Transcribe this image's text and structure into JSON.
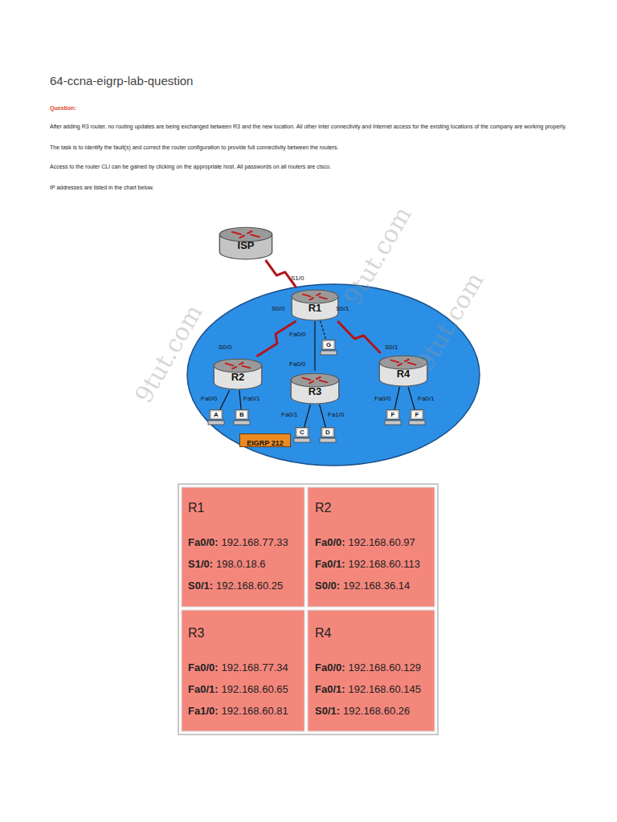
{
  "diagram": {
    "title": "64-ccna-eigrp-lab-question",
    "nodes": [
      {
        "text": [
          "ISP"
        ]
      },
      {
        "text": [
          "R1"
        ]
      },
      {
        "text": [
          "G"
        ]
      },
      {
        "text": [
          "R2"
        ]
      },
      {
        "text": [
          "R3"
        ]
      },
      {
        "text": [
          "R4"
        ]
      },
      {
        "text": [
          "A"
        ]
      },
      {
        "text": [
          "B"
        ]
      },
      {
        "text": [
          "EIGRP 212"
        ]
      },
      {
        "text": [
          "C"
        ]
      },
      {
        "text": [
          "D"
        ]
      },
      {
        "text": [
          "F"
        ]
      },
      {
        "text": [
          "F"
        ]
      }
    ],
    "edges": [
      {
        "from": 0,
        "to": 1,
        "arrow": "none"
      },
      {
        "from": 1,
        "to": 3,
        "arrow": "none"
      },
      {
        "from": 1,
        "to": 4,
        "arrow": "none"
      },
      {
        "from": 1,
        "to": 5,
        "arrow": "none"
      },
      {
        "from": 1,
        "to": 2,
        "arrow": "none"
      },
      {
        "from": 3,
        "to": 6,
        "arrow": "none"
      },
      {
        "from": 3,
        "to": 7,
        "arrow": "none"
      },
      {
        "from": 4,
        "to": 9,
        "arrow": "none"
      },
      {
        "from": 4,
        "to": 10,
        "arrow": "none"
      },
      {
        "from": 5,
        "to": 11,
        "arrow": "none"
      },
      {
        "from": 5,
        "to": 12,
        "arrow": "none"
      }
    ],
    "labels": [
      "Question:",
      "After adding R3 router, no routing updates are being exchanged between R3 and the new location. All other inter connectivity and Internet access for the existing locations of the company are working properly.",
      "The task is to identify the fault(s) and correct the router configuration to provide full connectivity between the routers.",
      "Access to the router CLI can be gained by clicking on the appropriate host. All passwords on all routers are cisco.",
      "IP addresses are listed in the chart below.",
      "S1/0",
      "S0/0",
      "S0/1",
      "Fa0/0",
      "S0/0",
      "Fa0/0",
      "S0/1",
      "Fa0/0",
      "Fa0/1",
      "Fa0/1",
      "Fa1/0",
      "Fa0/0",
      "Fa0/1",
      "9tut.com",
      "9tut.com",
      "9tut.com",
      "R1",
      "Fa0/0:",
      "192.168.77.33",
      "S1/0:",
      "198.0.18.6",
      "S0/1:",
      "192.168.60.25",
      "R2",
      "Fa0/0:",
      "192.168.60.97",
      "Fa0/1:",
      "192.168.60.113",
      "S0/0:",
      "192.168.36.14",
      "R3",
      "Fa0/0:",
      "192.168.77.34",
      "Fa0/1:",
      "192.168.60.65",
      "Fa1/0:",
      "192.168.60.81",
      "R4",
      "Fa0/0:",
      "192.168.60.129",
      "Fa0/1:",
      "192.168.60.145",
      "S0/1:",
      "192.168.60.26"
    ]
  }
}
